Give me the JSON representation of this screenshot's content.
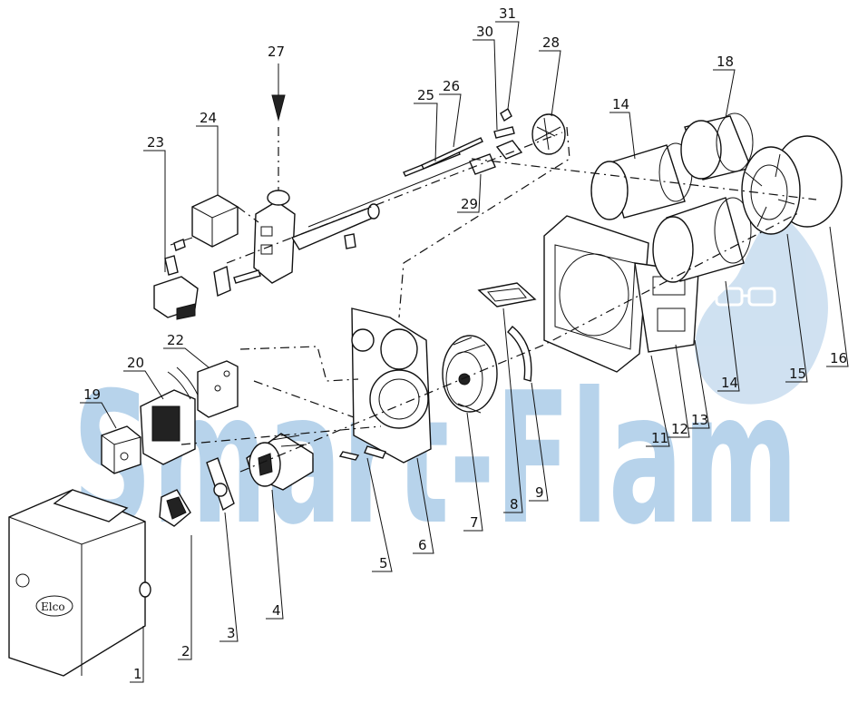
{
  "watermark": {
    "text": "Smart-Flam",
    "color": "#9cc3e4"
  },
  "badge": {
    "icon": "flame-glasses-icon",
    "color": "#a9c9e6"
  },
  "cover_logo": "Elco",
  "labels": [
    "1",
    "2",
    "3",
    "4",
    "5",
    "6",
    "7",
    "8",
    "9",
    "11",
    "12",
    "13",
    "14",
    "14",
    "15",
    "16",
    "18",
    "19",
    "20",
    "22",
    "23",
    "24",
    "25",
    "26",
    "27",
    "28",
    "29",
    "30",
    "31"
  ]
}
